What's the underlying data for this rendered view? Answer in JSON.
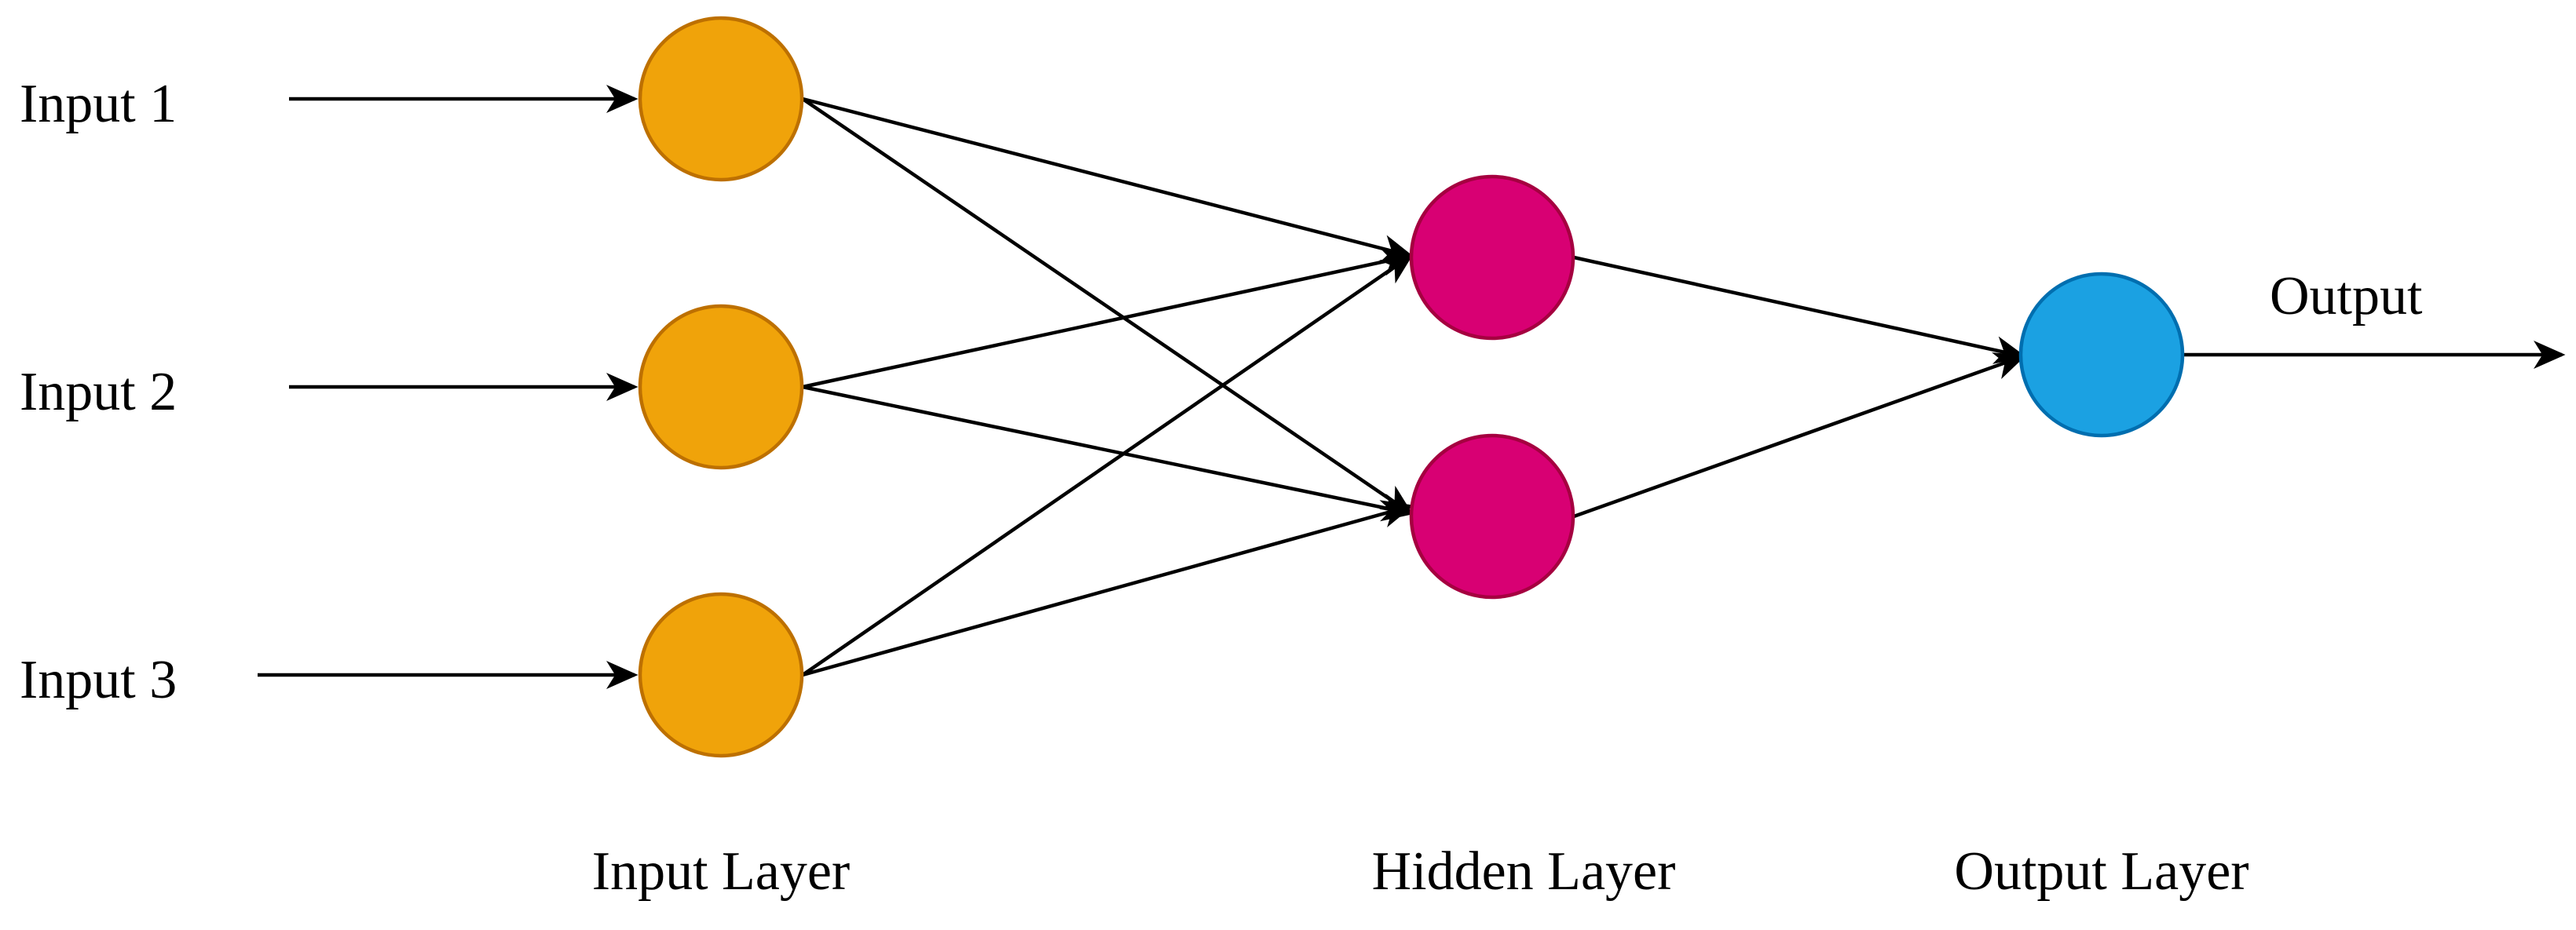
{
  "colors": {
    "input_node_fill": "#F0A30A",
    "input_node_stroke": "#BD7000",
    "hidden_node_fill": "#D80073",
    "hidden_node_stroke": "#A50040",
    "output_node_fill": "#1BA1E2",
    "output_node_stroke": "#006EAF",
    "edge": "#000000"
  },
  "inputs": [
    {
      "label": "Input 1"
    },
    {
      "label": "Input 2"
    },
    {
      "label": "Input 3"
    }
  ],
  "output": {
    "label": "Output"
  },
  "layers": {
    "input": "Input Layer",
    "hidden": "Hidden Layer",
    "output": "Output Layer"
  },
  "network": {
    "input_nodes": 3,
    "hidden_nodes": 2,
    "output_nodes": 1,
    "connections": "fully-connected"
  }
}
